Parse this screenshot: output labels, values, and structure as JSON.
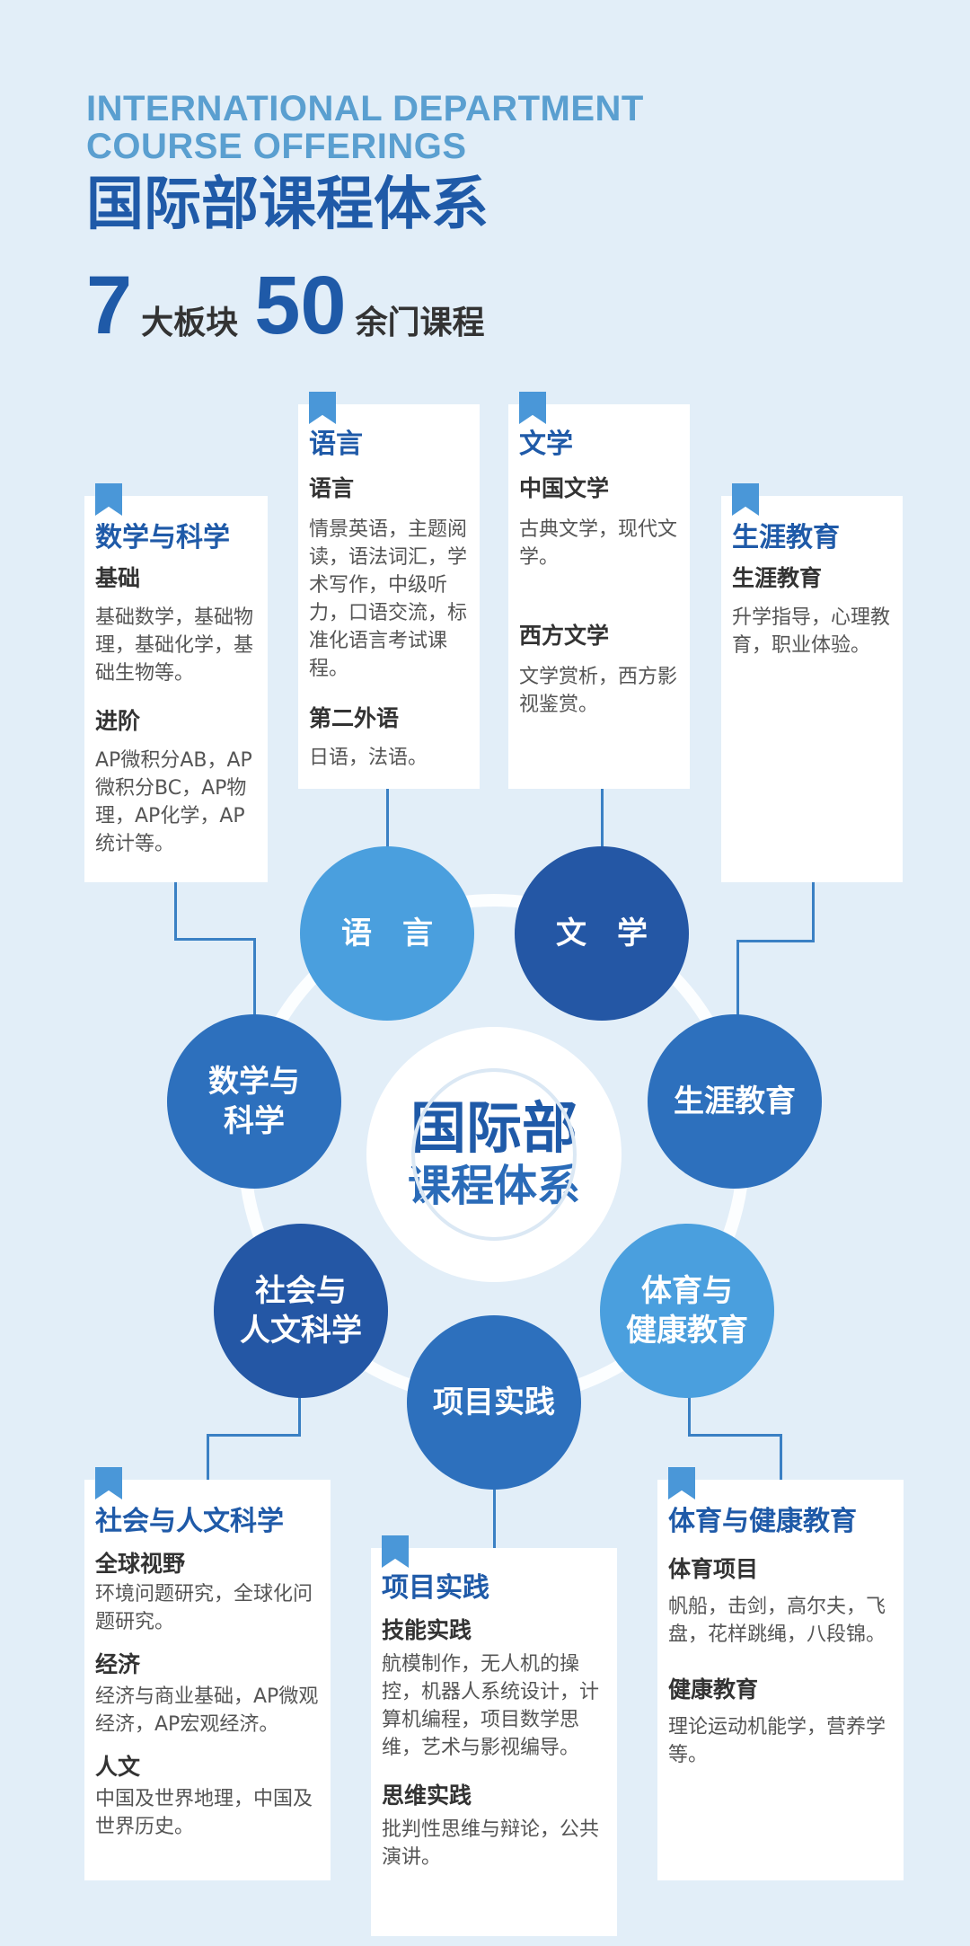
{
  "header": {
    "en_line1": "INTERNATIONAL DEPARTMENT",
    "en_line2": "COURSE OFFERINGS",
    "zh_title": "国际部课程体系",
    "stat1_num": "7",
    "stat1_label": "大板块",
    "stat2_num": "50",
    "stat2_label": "余门课程"
  },
  "hub": {
    "line1": "国际部",
    "line2": "课程体系"
  },
  "nodes": {
    "language": "语　言",
    "literature": "文　学",
    "math_science_1": "数学与",
    "math_science_2": "科学",
    "career": "生涯教育",
    "social_1": "社会与",
    "social_2": "人文科学",
    "pe_1": "体育与",
    "pe_2": "健康教育",
    "project": "项目实践"
  },
  "cards": {
    "math": {
      "title": "数学与科学",
      "s1": "基础",
      "s1_text": "基础数学，基础物理，基础化学，基础生物等。",
      "s2": "进阶",
      "s2_text": "AP微积分AB，AP微积分BC，AP物理，AP化学，AP统计等。"
    },
    "language": {
      "title": "语言",
      "s1": "语言",
      "s1_text": "情景英语，主题阅读，语法词汇，学术写作，中级听力，口语交流，标准化语言考试课程。",
      "s2": "第二外语",
      "s2_text": "日语，法语。"
    },
    "literature": {
      "title": "文学",
      "s1": "中国文学",
      "s1_text": "古典文学，现代文学。",
      "s2": "西方文学",
      "s2_text": "文学赏析，西方影视鉴赏。"
    },
    "career": {
      "title": "生涯教育",
      "s1": "生涯教育",
      "s1_text": "升学指导，心理教育，职业体验。"
    },
    "social": {
      "title": "社会与人文科学",
      "s1": "全球视野",
      "s1_text": "环境问题研究，全球化问题研究。",
      "s2": "经济",
      "s2_text": "经济与商业基础，AP微观经济，AP宏观经济。",
      "s3": "人文",
      "s3_text": "中国及世界地理，中国及世界历史。"
    },
    "project": {
      "title": "项目实践",
      "s1": "技能实践",
      "s1_text": "航模制作，无人机的操控，机器人系统设计，计算机编程，项目数学思维，艺术与影视编导。",
      "s2": "思维实践",
      "s2_text": "批判性思维与辩论，公共演讲。"
    },
    "pe": {
      "title": "体育与健康教育",
      "s1": "体育项目",
      "s1_text": "帆船，击剑，高尔夫，飞盘，花样跳绳，八段锦。",
      "s2": "健康教育",
      "s2_text": "理论运动机能学，营养学等。"
    }
  }
}
